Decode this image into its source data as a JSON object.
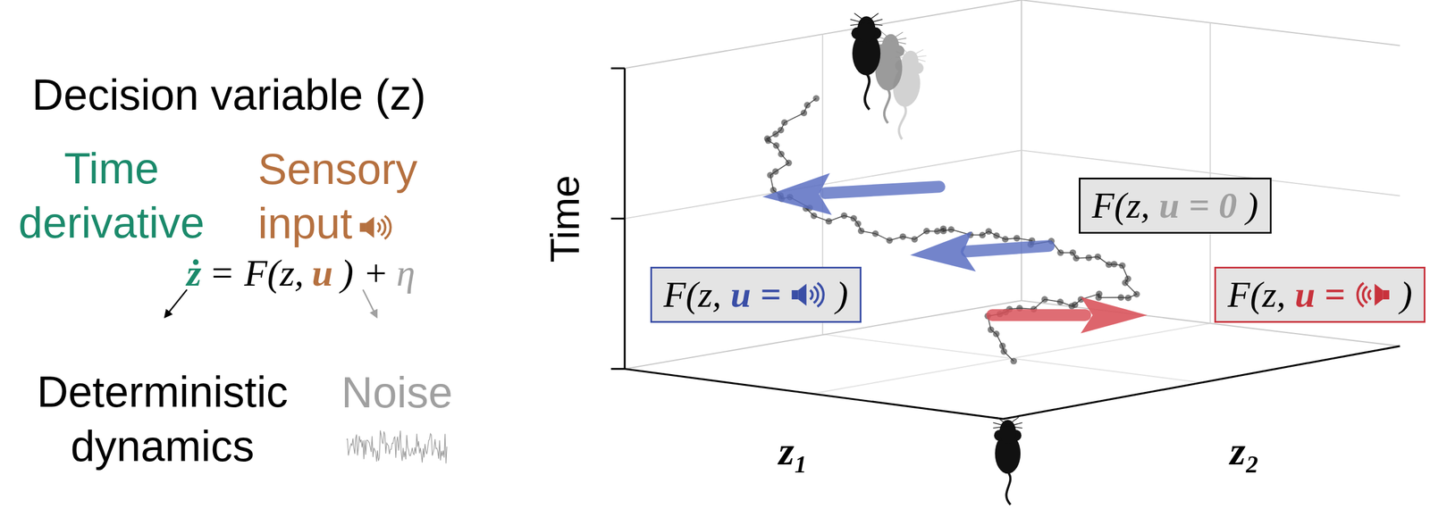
{
  "diagram": {
    "nodes": [
      {
        "text": [
          "F(z,",
          "u = 0",
          ")"
        ]
      },
      {
        "text": [
          "F(z,",
          "u =",
          ")"
        ]
      },
      {
        "text": [
          "F(z,",
          "u =",
          ")"
        ]
      }
    ],
    "labels": [
      "Decision variable (z)",
      "Time derivative",
      "Sensory input",
      "ż",
      "= F(z,",
      "u",
      ") +",
      "η",
      "Deterministic dynamics",
      "Noise",
      "Time",
      "z₁",
      "z₂"
    ]
  }
}
